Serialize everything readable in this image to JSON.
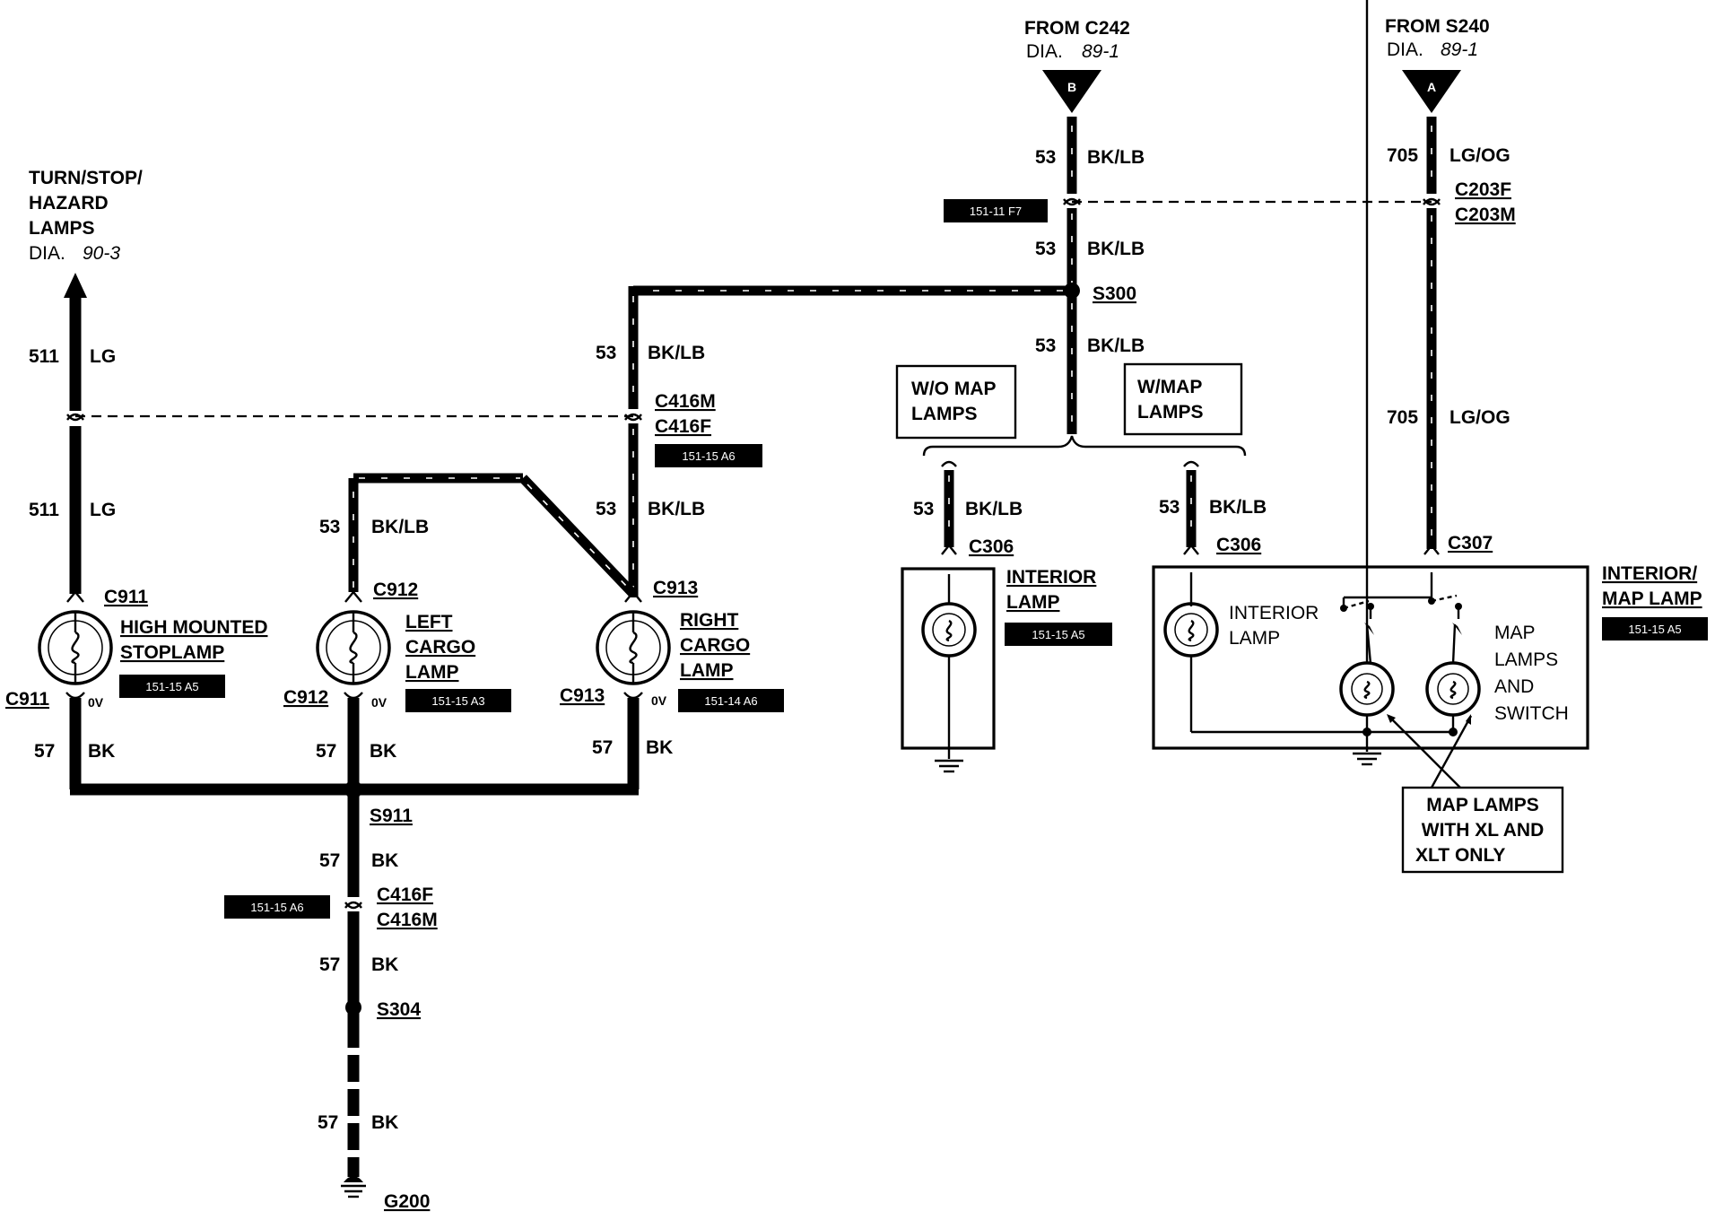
{
  "turn_stop": {
    "l1": "TURN/STOP/",
    "l2": "HAZARD",
    "l3": "LAMPS",
    "dia": "DIA.",
    "dia_num": "90-3"
  },
  "from_c242": {
    "l1": "FROM C242",
    "dia": "DIA.",
    "dia_num": "89-1",
    "pin": "B"
  },
  "from_s240": {
    "l1": "FROM S240",
    "dia": "DIA.",
    "dia_num": "89-1",
    "pin": "A"
  },
  "wires": {
    "w511_a": {
      "num": "511",
      "color": "LG"
    },
    "w511_b": {
      "num": "511",
      "color": "LG"
    },
    "w53_top": {
      "num": "53",
      "color": "BK/LB"
    },
    "w53_mid": {
      "num": "53",
      "color": "BK/LB"
    },
    "w53_low": {
      "num": "53",
      "color": "BK/LB"
    },
    "w53_c416": {
      "num": "53",
      "color": "BK/LB"
    },
    "w53_c913": {
      "num": "53",
      "color": "BK/LB"
    },
    "w53_c912": {
      "num": "53",
      "color": "BK/LB"
    },
    "w53_c306a": {
      "num": "53",
      "color": "BK/LB"
    },
    "w53_c306b": {
      "num": "53",
      "color": "BK/LB"
    },
    "w705_top": {
      "num": "705",
      "color": "LG/OG"
    },
    "w705_mid": {
      "num": "705",
      "color": "LG/OG"
    },
    "w57_a": {
      "num": "57",
      "color": "BK"
    },
    "w57_b": {
      "num": "57",
      "color": "BK"
    },
    "w57_c": {
      "num": "57",
      "color": "BK"
    },
    "w57_d": {
      "num": "57",
      "color": "BK"
    },
    "w57_e": {
      "num": "57",
      "color": "BK"
    },
    "w57_f": {
      "num": "57",
      "color": "BK"
    }
  },
  "connectors": {
    "c203f": "C203F",
    "c203m": "C203M",
    "s300": "S300",
    "c416m_top": "C416M",
    "c416f_top": "C416F",
    "c911_top": "C911",
    "c912_top": "C912",
    "c913_top": "C913",
    "c911_bot": "C911",
    "c912_bot": "C912",
    "c913_bot": "C913",
    "c306a": "C306",
    "c306b": "C306",
    "c307": "C307",
    "s911": "S911",
    "c416f_bot": "C416F",
    "c416m_bot": "C416M",
    "s304": "S304",
    "g200": "G200"
  },
  "volts": {
    "v1": "0V",
    "v2": "0V",
    "v3": "0V"
  },
  "components": {
    "hmsl": {
      "l1": "HIGH MOUNTED",
      "l2": "STOPLAMP"
    },
    "left_cargo": {
      "l1": "LEFT",
      "l2": "CARGO",
      "l3": "LAMP"
    },
    "right_cargo": {
      "l1": "RIGHT",
      "l2": "CARGO",
      "l3": "LAMP"
    },
    "interior_a": {
      "l1": "INTERIOR",
      "l2": "LAMP"
    },
    "interior_map": {
      "l1": "INTERIOR/",
      "l2": "MAP LAMP"
    },
    "interior_inner": {
      "l1": "INTERIOR",
      "l2": "LAMP"
    },
    "map_switch": {
      "l1": "MAP",
      "l2": "LAMPS",
      "l3": "AND",
      "l4": "SWITCH"
    }
  },
  "options": {
    "wo_map": {
      "l1": "W/O MAP",
      "l2": "LAMPS"
    },
    "w_map": {
      "l1": "W/MAP",
      "l2": "LAMPS"
    }
  },
  "note": {
    "l1": "MAP LAMPS",
    "l2": "WITH XL AND",
    "l3": "XLT ONLY"
  },
  "refs": {
    "r_top": "151-11 F7",
    "r_c416": "151-15 A6",
    "r_hmsl": "151-15 A5",
    "r_left": "151-15 A3",
    "r_right": "151-14 A6",
    "r_int_a": "151-15 A5",
    "r_int_map": "151-15 A5",
    "r_c416_bot": "151-15 A6"
  }
}
